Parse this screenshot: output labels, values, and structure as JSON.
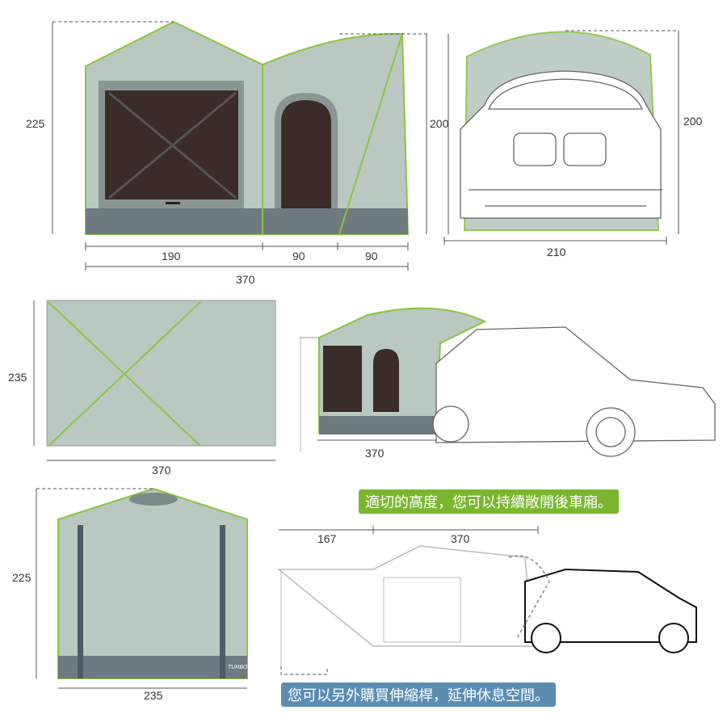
{
  "colors": {
    "tent": "#b9c8c1",
    "edge": "#8bc53f",
    "floor": "#6d7a80",
    "caption_green": "#7ab72f",
    "caption_blue": "#5b8db3"
  },
  "front_view": {
    "height": "225",
    "widths": [
      "190",
      "90",
      "90"
    ],
    "total": "370"
  },
  "car_front_view": {
    "height_left": "200",
    "height_right": "200",
    "width": "210"
  },
  "floor_view": {
    "height": "235",
    "width": "370"
  },
  "side_attached_view": {
    "length": "370"
  },
  "side_panel_view": {
    "height": "225",
    "width": "235",
    "logo": "TURBO"
  },
  "extended_view": {
    "awning": "167",
    "tent": "370"
  },
  "captions": {
    "height_note": "適切的高度，您可以持續敞開後車廂。",
    "extension_note": "您可以另外購買伸縮桿，延伸休息空間。"
  }
}
